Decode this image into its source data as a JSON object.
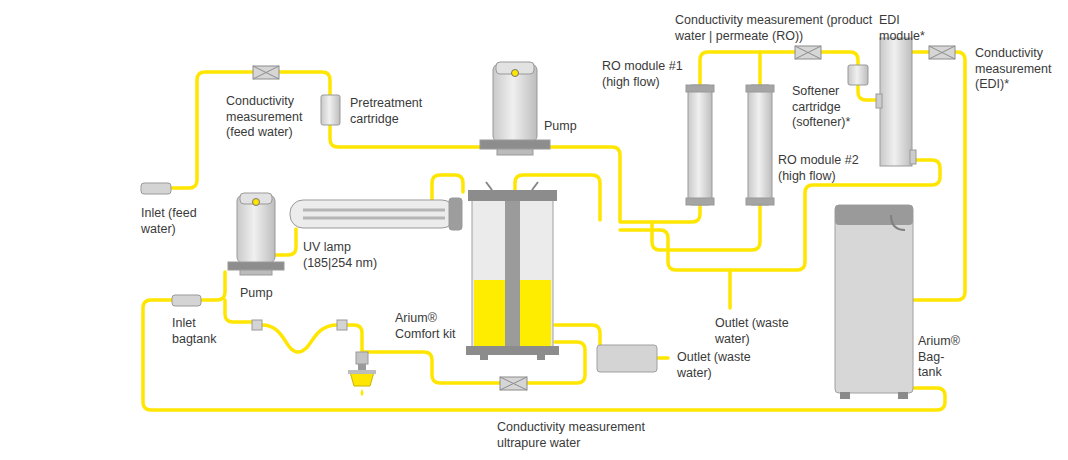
{
  "diagram": {
    "labels": [
      "Conductivity measurement (product water | permeate (RO))",
      "EDI module*",
      "Conductivity measurement (EDI)*",
      "RO module #1 (high flow)",
      "Softener cartridge (softener)*",
      "Conductivity measurement (feed water)",
      "Pretreatment cartridge",
      "Pump",
      "RO module #2 (high flow)",
      "Inlet (feed water)",
      "UV lamp (185|254 nm)",
      "Pump",
      "Arium® Comfort kit",
      "Inlet bagtank",
      "Outlet (waste water)",
      "Outlet (waste water)",
      "Arium® Bag-tank",
      "Conductivity measurement ultrapure water"
    ]
  }
}
